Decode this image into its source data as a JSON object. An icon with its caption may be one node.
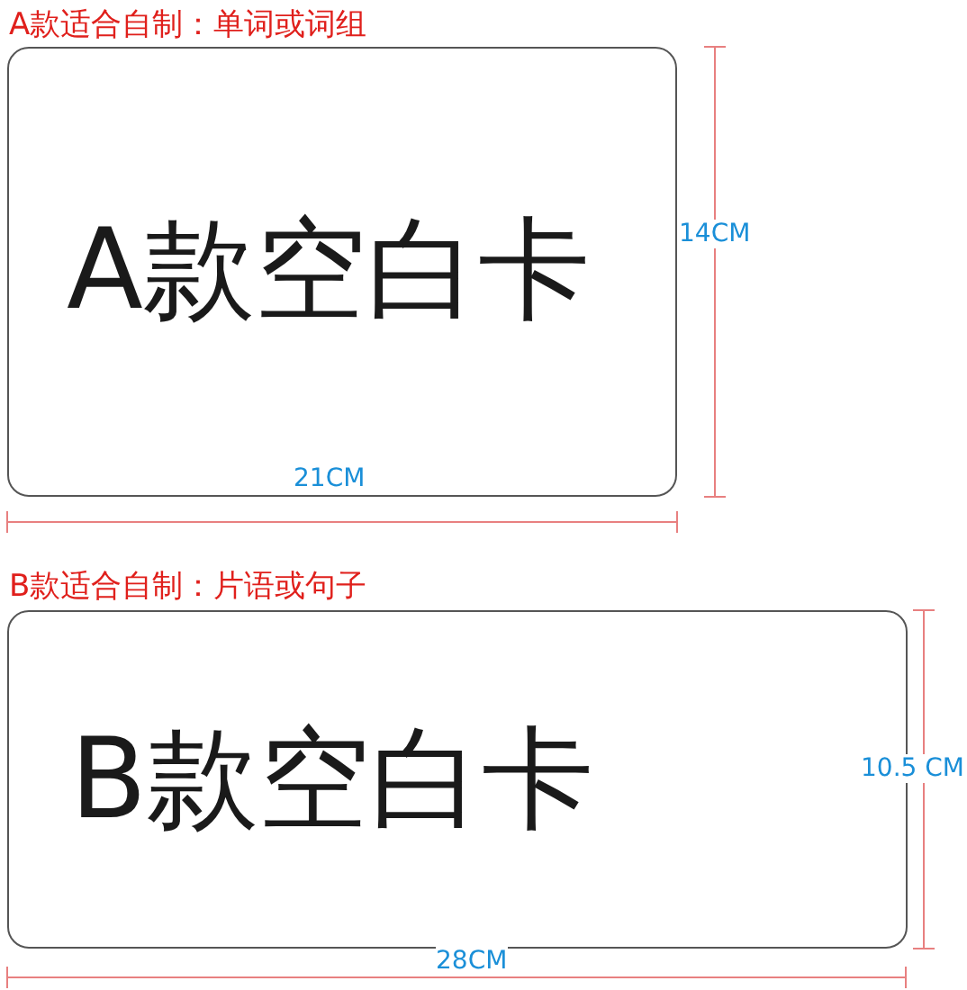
{
  "diagram": {
    "nodes": [
      {
        "text": [
          "A款适合自制：单词或词组",
          "A款空白卡"
        ]
      },
      {
        "text": [
          "B款适合自制：片语或句子",
          "B款空白卡"
        ]
      }
    ],
    "labels": [
      "14CM",
      "21CM",
      "10.5 CM",
      "28CM"
    ]
  }
}
